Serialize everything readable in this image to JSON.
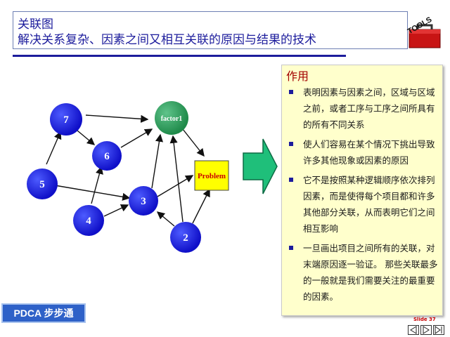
{
  "slide": {
    "title_line1": "关联图",
    "title_line2": "解决关系复杂、因素之间又相互关联的原因与结果的技术",
    "slide_label": "Slide 37",
    "badge": "PDCA 步步通",
    "toolbox_label": "TOOLS"
  },
  "diagram": {
    "nodes": [
      {
        "label": "7"
      },
      {
        "label": "6"
      },
      {
        "label": "5"
      },
      {
        "label": "4"
      },
      {
        "label": "3"
      },
      {
        "label": "2"
      },
      {
        "label": "factor1"
      },
      {
        "label": "Problem"
      }
    ]
  },
  "panel": {
    "title": "作用",
    "bullets": [
      "表明因素与因素之间，区域与区域之前，或者工序与工序之间所具有的所有不同关系",
      "使人们容易在某个情况下挑出导致许多其他现象或因素的原因",
      "它不是按照某种逻辑顺序依次排列因素，而是使得每个项目都和许多其他部分关联，从而表明它们之间相互影响",
      "一旦画出项目之间所有的关联，对末端原因逐一验证。 那些关联最多的一般就是我们需要关注的最重要的因素。"
    ]
  },
  "colors": {
    "title_blue": "#1c1c9c",
    "node_blue": "#1b1be6",
    "factor_green": "#2e9e5c",
    "problem_yellow": "#ffff00",
    "problem_red": "#cc0000",
    "panel_bg": "#ffffcc",
    "arrow_green": "#1fbf7a"
  },
  "icons": {
    "toolbox": "red-toolbox-icon",
    "nav_prev": "prev-slide-icon",
    "nav_next": "next-slide-icon",
    "nav_end": "end-slide-icon"
  }
}
